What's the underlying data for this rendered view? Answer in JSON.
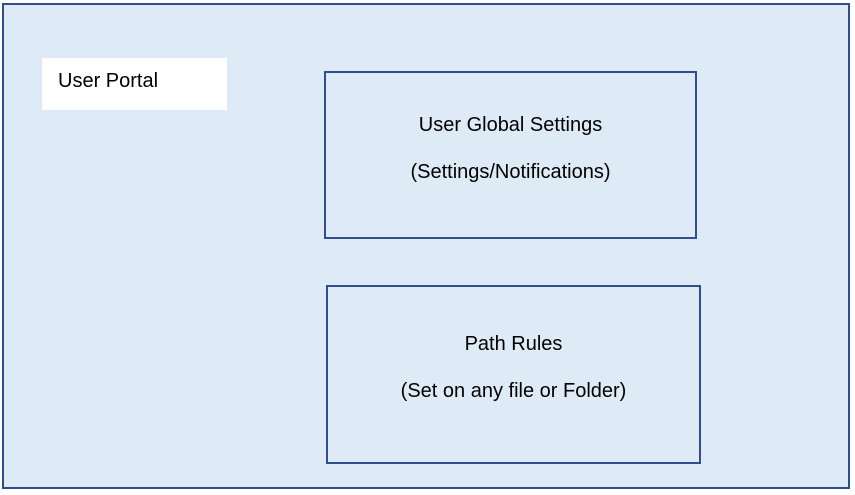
{
  "diagram": {
    "portal_label": "User Portal",
    "boxes": [
      {
        "title": "User Global Settings",
        "subtitle": "(Settings/Notifications)"
      },
      {
        "title": "Path Rules",
        "subtitle": "(Set on any file or Folder)"
      }
    ],
    "colors": {
      "background_fill": "#deeaf6",
      "border": "#2f4f8f",
      "label_fill": "#ffffff"
    }
  }
}
